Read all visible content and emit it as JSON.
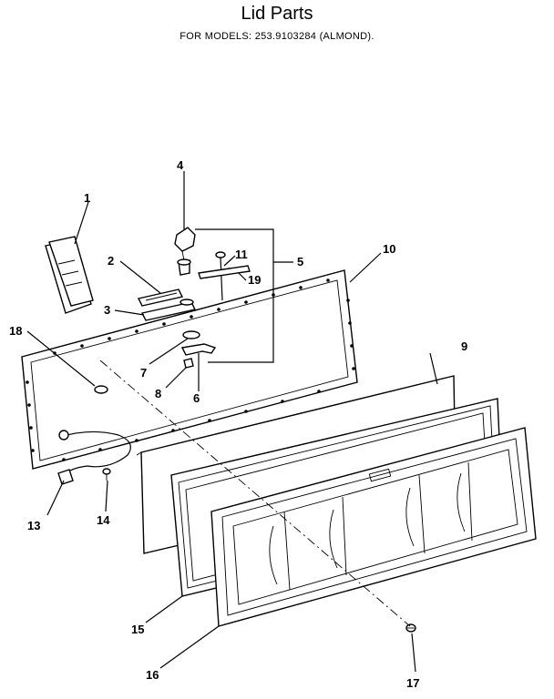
{
  "header": {
    "title": "Lid Parts",
    "subtitle": "FOR MODELS:  253.9103284 (ALMOND)."
  },
  "callouts": [
    {
      "id": "c1",
      "label": "1"
    },
    {
      "id": "c2",
      "label": "2"
    },
    {
      "id": "c3",
      "label": "3"
    },
    {
      "id": "c4",
      "label": "4"
    },
    {
      "id": "c5",
      "label": "5"
    },
    {
      "id": "c6",
      "label": "6"
    },
    {
      "id": "c7",
      "label": "7"
    },
    {
      "id": "c8",
      "label": "8"
    },
    {
      "id": "c9",
      "label": "9"
    },
    {
      "id": "c10",
      "label": "10"
    },
    {
      "id": "c11",
      "label": "11"
    },
    {
      "id": "c13",
      "label": "13"
    },
    {
      "id": "c14",
      "label": "14"
    },
    {
      "id": "c15",
      "label": "15"
    },
    {
      "id": "c16",
      "label": "16"
    },
    {
      "id": "c17",
      "label": "17"
    },
    {
      "id": "c18",
      "label": "18"
    },
    {
      "id": "c19",
      "label": "19"
    }
  ]
}
